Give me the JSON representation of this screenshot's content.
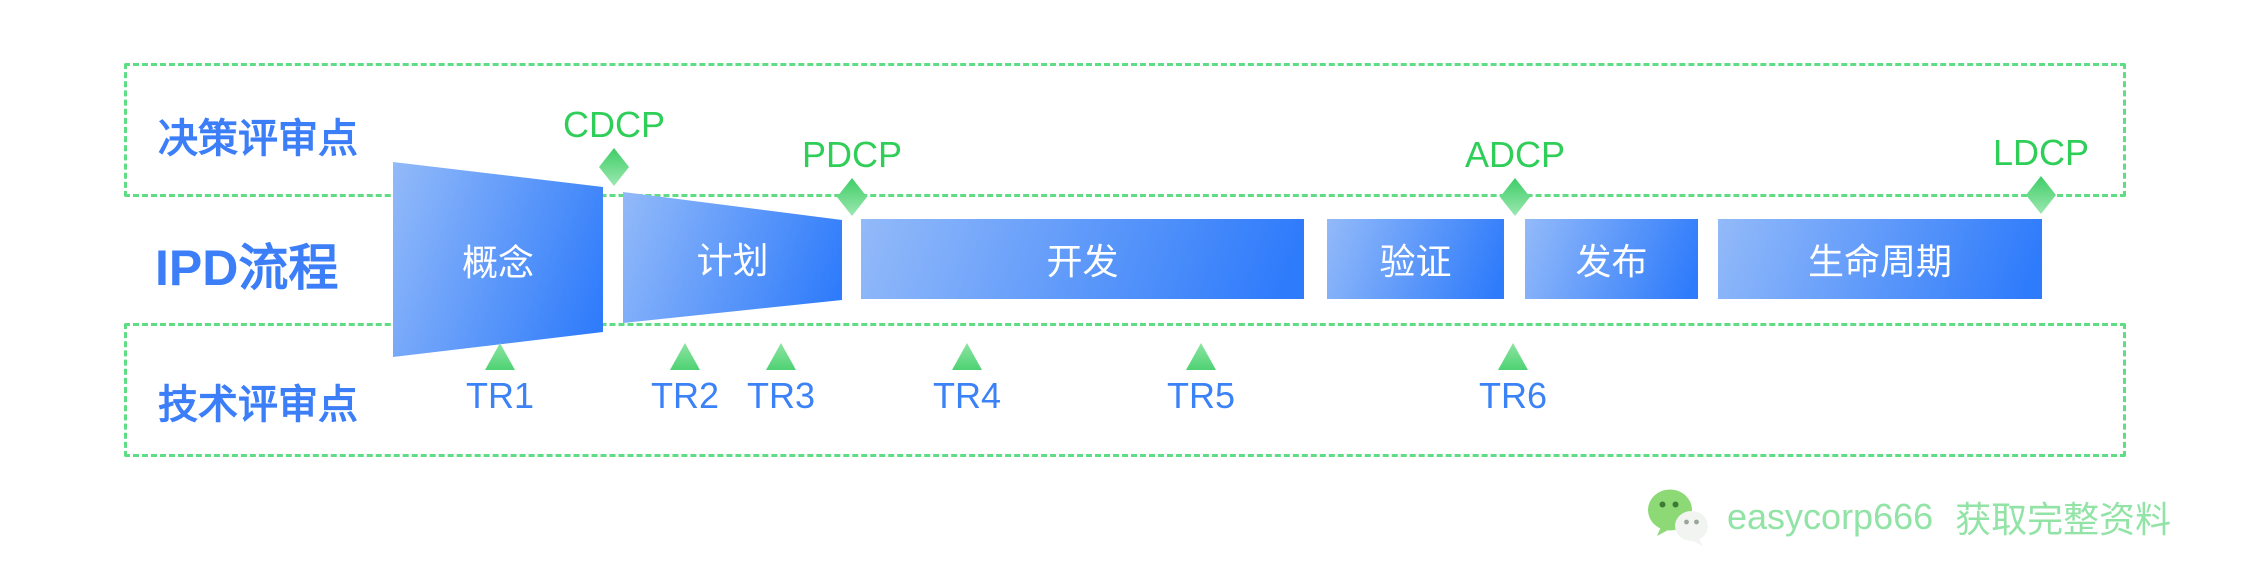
{
  "rows": {
    "decision_label": "决策评审点",
    "process_label": "IPD流程",
    "tech_label": "技术评审点"
  },
  "decision_points": [
    {
      "label": "CDCP",
      "position": "between 概念 and 计划"
    },
    {
      "label": "PDCP",
      "position": "between 计划 and 开发"
    },
    {
      "label": "ADCP",
      "position": "between 验证 and 发布"
    },
    {
      "label": "LDCP",
      "position": "end of 生命周期"
    }
  ],
  "stages": [
    {
      "label": "概念",
      "shape": "funnel-trapezoid"
    },
    {
      "label": "计划",
      "shape": "funnel-trapezoid"
    },
    {
      "label": "开发",
      "shape": "rect"
    },
    {
      "label": "验证",
      "shape": "rect"
    },
    {
      "label": "发布",
      "shape": "rect"
    },
    {
      "label": "生命周期",
      "shape": "rect"
    }
  ],
  "tech_points": [
    {
      "label": "TR1"
    },
    {
      "label": "TR2"
    },
    {
      "label": "TR3"
    },
    {
      "label": "TR4"
    },
    {
      "label": "TR5"
    },
    {
      "label": "TR6"
    }
  ],
  "footer": {
    "wechat_id": "easycorp666",
    "cta": "获取完整资料"
  },
  "colors": {
    "label_blue": "#3b7ef8",
    "tr_blue": "#3b82f7",
    "stage_gradient_start": "#93baf9",
    "stage_gradient_end": "#2e7bfb",
    "dcp_green": "#2fce58",
    "dash_border_green": "#5fdc84",
    "marker_green_dark": "#3ecd67",
    "marker_green_light": "#9ce8b0",
    "footer_green": "#92e3a6",
    "background": "#ffffff"
  }
}
